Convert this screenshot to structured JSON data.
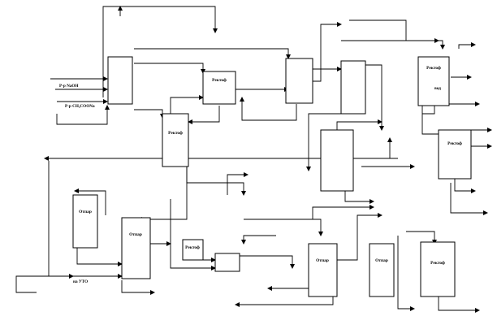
{
  "units": [
    {
      "id": "u1",
      "label": ""
    },
    {
      "id": "u2",
      "label": "Ректоф"
    },
    {
      "id": "u3",
      "label": "Ректоф"
    },
    {
      "id": "u4",
      "label": "Отпар"
    },
    {
      "id": "u5",
      "label": ""
    },
    {
      "id": "u6",
      "label": "Ректоф"
    },
    {
      "id": "u7",
      "label": "Отпар"
    },
    {
      "id": "u8",
      "label": "Отпар"
    },
    {
      "id": "u9",
      "label": ""
    },
    {
      "id": "u10",
      "label": ""
    },
    {
      "id": "u11",
      "label": "Отпар"
    },
    {
      "id": "u12",
      "label": "Ректоф"
    },
    {
      "id": "u13",
      "label": "Ректоф"
    },
    {
      "id": "u14",
      "label": "Ректоф"
    },
    {
      "id": "u15",
      "label": ""
    }
  ],
  "streams": [
    {
      "id": "s_naoh",
      "label": "Р-р NaOH"
    },
    {
      "id": "s_ch3coona",
      "label": "Р-р CH₃COONa"
    },
    {
      "id": "s_vod",
      "label": "вод"
    },
    {
      "id": "s_uto",
      "label": "на УТО"
    }
  ]
}
